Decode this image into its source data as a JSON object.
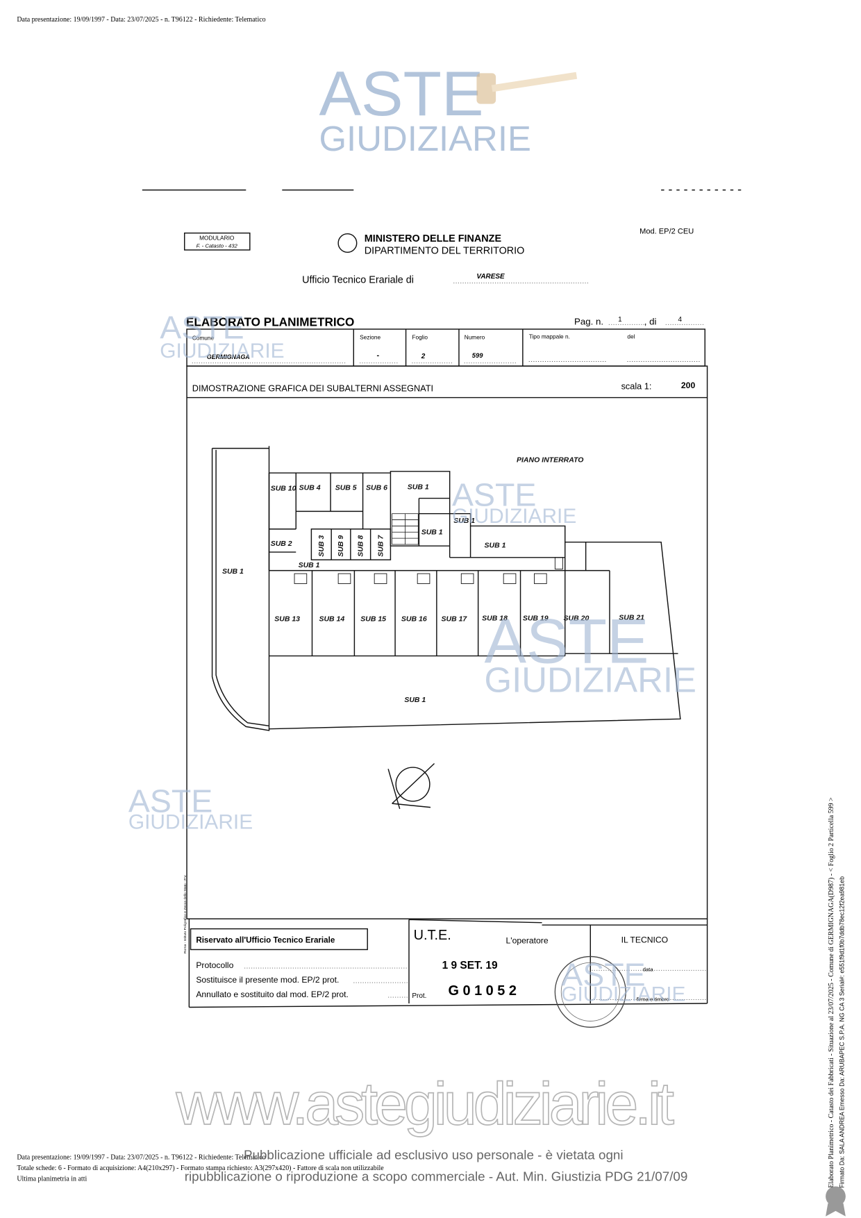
{
  "header_line": "Data presentazione: 19/09/1997 - Data: 23/07/2025 - n. T96122 - Richiedente: Telematico",
  "watermark": {
    "line1": "ASTE",
    "line2": "GIUDIZIARIE",
    "url": "www.astegiudiziarie.it"
  },
  "form": {
    "modulario": "MODULARIO",
    "modulario_sub": "F. - Catasto - 432",
    "ministry": "MINISTERO DELLE FINANZE",
    "department": "DIPARTIMENTO DEL TERRITORIO",
    "model": "Mod. EP/2 CEU",
    "office_label": "Ufficio Tecnico Erariale di",
    "office_value": "VARESE",
    "title": "ELABORATO PLANIMETRICO",
    "page_label": "Pag. n.",
    "page_value": "1",
    "of_label": ", di",
    "of_value": "4",
    "fields": {
      "comune_label": "Comune",
      "comune_value": "GERMIGNAGA",
      "sezione_label": "Sezione",
      "sezione_value": "-",
      "foglio_label": "Foglio",
      "foglio_value": "2",
      "numero_label": "Numero",
      "numero_value": "599",
      "tipo_label": "Tipo mappale n.",
      "del_label": "del"
    },
    "section_title": "DIMOSTRAZIONE GRAFICA DEI SUBALTERNI ASSEGNATI",
    "scale_label": "scala 1:",
    "scale_value": "200"
  },
  "plan": {
    "floor": "PIANO INTERRATO",
    "labels": [
      "SUB 1",
      "SUB 10",
      "SUB 4",
      "SUB 5",
      "SUB 6",
      "SUB 1",
      "SUB 1",
      "SUB 1",
      "SUB 2",
      "SUB 3",
      "SUB 9",
      "SUB 8",
      "SUB 7",
      "SUB 1",
      "SUB 1",
      "SUB 13",
      "SUB 14",
      "SUB 15",
      "SUB 16",
      "SUB 17",
      "SUB 18",
      "SUB 19",
      "SUB 20",
      "SUB 21",
      "SUB 1"
    ]
  },
  "printer_note": "Roma - Istituto Poligrafico e Zecca dello Stato - P.V.",
  "footer_form": {
    "reserved": "Riservato all'Ufficio Tecnico Erariale",
    "protocollo": "Protocollo",
    "sostituisce": "Sostituisce il presente mod. EP/2 prot.",
    "annullato": "Annullato e sostituito dal mod. EP/2 prot.",
    "operatore": "L'operatore",
    "tecnico": "IL TECNICO",
    "data": "data",
    "firma": "firma e timbro",
    "stamp_ute": "U.T.E.",
    "stamp_date": "1 9 SET. 19",
    "stamp_prot": "Prot.",
    "stamp_number": "G 0 1 0 5 2"
  },
  "footer": {
    "line1": "Data presentazione: 19/09/1997 - Data: 23/07/2025 - n. T96122 - Richiedente: Telematico",
    "line2": "Totale schede: 6 - Formato di acquisizione: A4(210x297) - Formato stampa richiesto: A3(297x420) - Fattore di scala non utilizzabile",
    "line3": "Ultima planimetria in atti",
    "notice1": "Pubblicazione ufficiale ad esclusivo uso personale - è vietata ogni",
    "notice2": "ripubblicazione o riproduzione a scopo commerciale - Aut. Min. Giustizia PDG 21/07/09"
  },
  "side": {
    "line1": "Elaborato Planimetrico - Catasto dei Fabbricati - Situazione al 23/07/2025 - Comune di GERMIGNAGA(D987) - < Foglio 2 Particella 599 >",
    "line2": "Firmato Da: SALA ANDREA Emesso Da: ARUBAPEC S.P.A. NG CA 3 Serial#: e551f9d1f0b7ddb78ec12f2ea981eb"
  }
}
